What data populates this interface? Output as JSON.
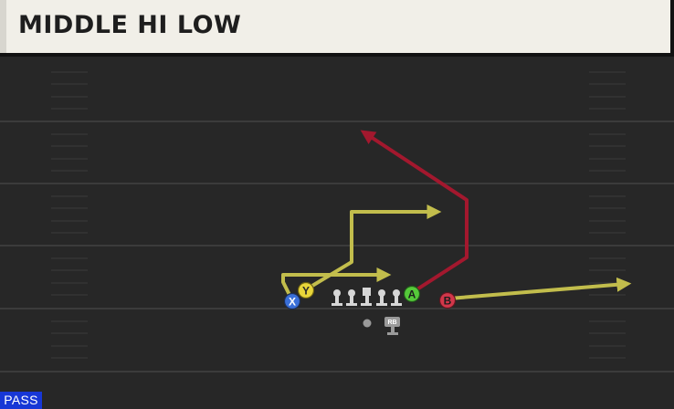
{
  "play": {
    "title": "MIDDLE HI LOW",
    "type_badge": "PASS"
  },
  "players": [
    {
      "label": "X",
      "color": "#3a6fd8"
    },
    {
      "label": "Y",
      "color": "#e8d53a"
    },
    {
      "label": "A",
      "color": "#55c93a"
    },
    {
      "label": "B",
      "color": "#d2374a"
    },
    {
      "label": "RB",
      "color": "#9a9a9a"
    }
  ],
  "route_colors": {
    "primary": "#c2bd4c",
    "deep": "#a3182e"
  }
}
